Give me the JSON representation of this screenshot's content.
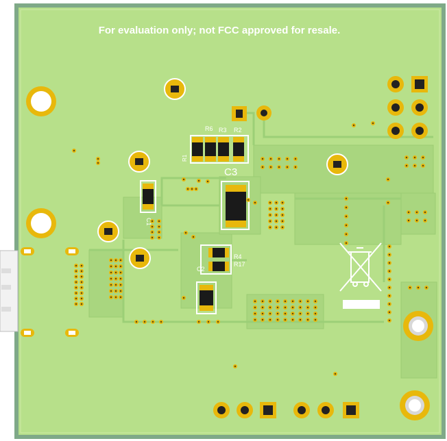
{
  "board": {
    "notice": "For evaluation only; not FCC approved for resale.",
    "colors": {
      "board": "#b9e28a",
      "border": "#7fb08a",
      "copper_pour": "#a9d67f",
      "trace": "#9ccf77",
      "pad_gold": "#e8b80c",
      "silkscreen": "#ffffff",
      "component_body": "#1a1a1a"
    }
  },
  "labels": {
    "r6": "R6",
    "r3": "R3",
    "r2": "R2",
    "r1": "R1",
    "c3": "C3",
    "c1": "C1",
    "r4": "R4",
    "r17": "R17",
    "c2": "C2"
  },
  "icons": {
    "weee": "weee-crossed-bin-icon"
  }
}
